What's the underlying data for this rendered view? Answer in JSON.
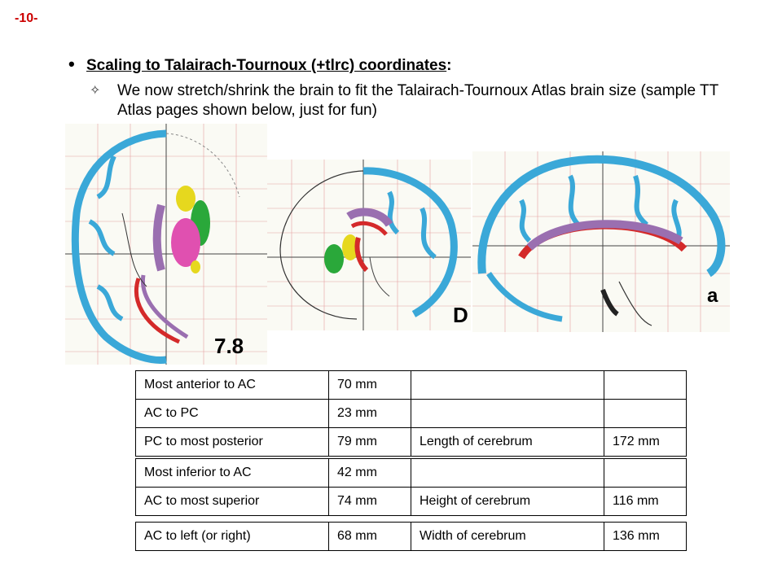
{
  "slide": {
    "number": "-10-",
    "heading": "Scaling to Talairach-Tournoux (+tlrc) coordinates",
    "heading_colon": ":",
    "sub_bullet": "We now stretch/shrink the brain to fit the Talairach-Tournoux Atlas brain size (sample TT Atlas pages shown below, just for fun)",
    "bullet_icon": "bullet-dot-icon",
    "sub_bullet_icon": "four-point-star-icon"
  },
  "atlas_images": {
    "axial": {
      "label": "7.8"
    },
    "coronal": {
      "label": "D"
    },
    "sagittal": {
      "label": "a"
    }
  },
  "colors": {
    "cortex": "#3aa8d8",
    "red_structure": "#d42a2a",
    "purple_structure": "#9a6fb0",
    "yellow_structure": "#e6d81e",
    "green_structure": "#2aa83a",
    "magenta_structure": "#e050b0",
    "slide_number": "#cc0000"
  },
  "tables": {
    "anterior_posterior": [
      [
        "Most anterior to AC",
        "70 mm",
        "",
        ""
      ],
      [
        "AC to PC",
        "23 mm",
        "",
        ""
      ],
      [
        "PC to most posterior",
        "79 mm",
        "Length of cerebrum",
        "172 mm"
      ]
    ],
    "inferior_superior": [
      [
        "Most inferior to AC",
        "42 mm",
        "",
        ""
      ],
      [
        "AC to most superior",
        "74 mm",
        "Height of cerebrum",
        "116 mm"
      ]
    ],
    "left_right": [
      [
        "AC to left (or right)",
        "68 mm",
        "Width of cerebrum",
        "136 mm"
      ]
    ]
  }
}
